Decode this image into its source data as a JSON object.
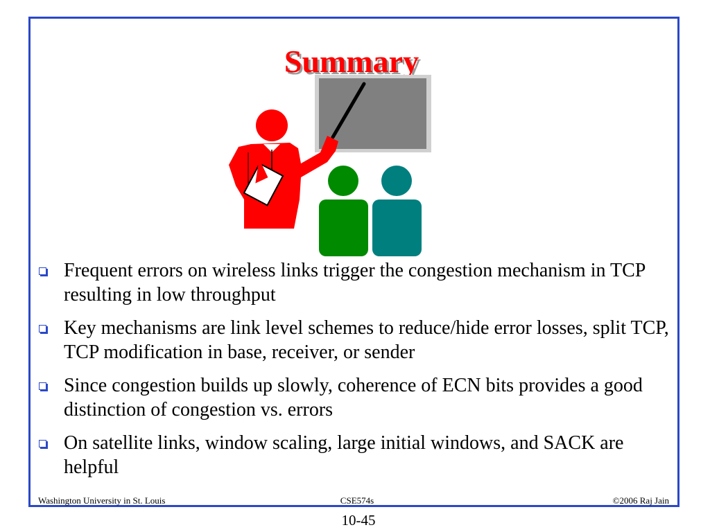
{
  "slide": {
    "title": "Summary",
    "bullets": [
      "Frequent errors on wireless links trigger the congestion mechanism in TCP resulting in low throughput",
      "Key mechanisms are link level schemes to reduce/hide error losses, split TCP, TCP modification in base, receiver, or sender",
      "Since congestion builds up slowly, coherence of ECN bits provides a good distinction of congestion vs. errors",
      "On satellite links, window scaling, large initial windows, and SACK are helpful"
    ],
    "bullet_icon": "hollow-square-bullet-icon",
    "clipart_icon": "presenter-with-pointer-and-audience-icon"
  },
  "footer": {
    "left": "Washington University in St. Louis",
    "center": "CSE574s",
    "right": "©2006 Raj Jain"
  },
  "page_number": "10-45",
  "colors": {
    "frame_border": "#2a48c8",
    "title": "#ff0000",
    "presenter": "#ff0000",
    "audience_left": "#008a00",
    "audience_right": "#007f7f",
    "board": "#808080"
  }
}
